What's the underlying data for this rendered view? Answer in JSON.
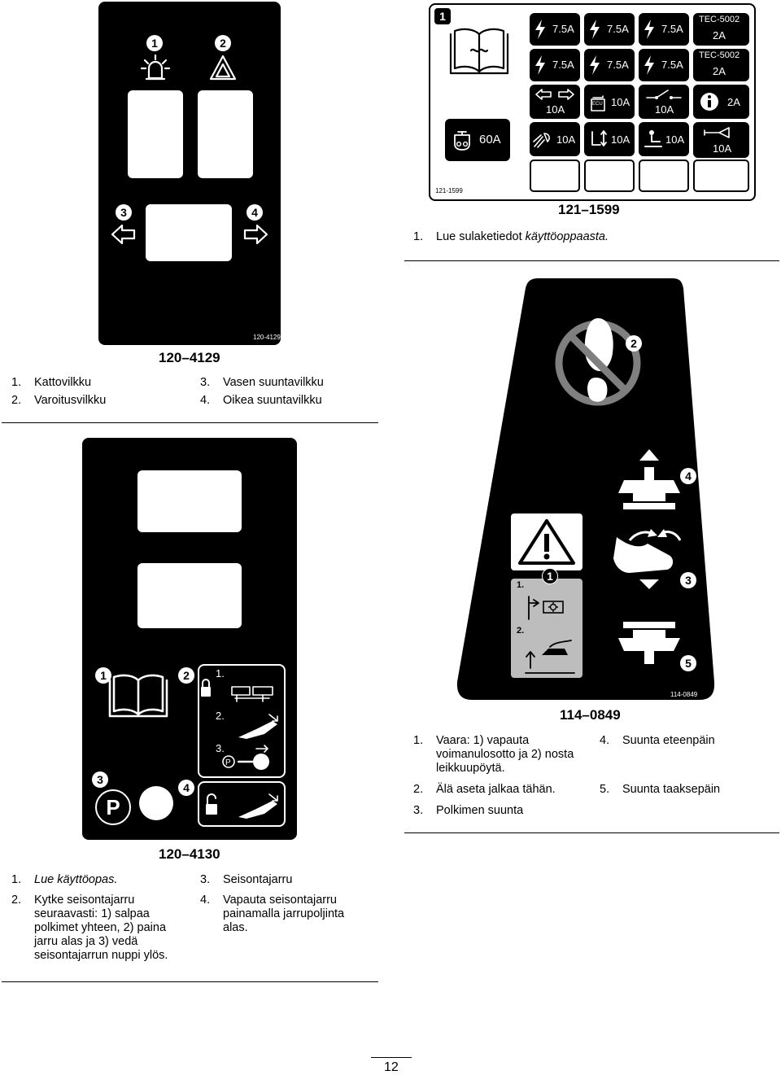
{
  "decal_120_4129": {
    "code": "120-4129",
    "title": "120–4129",
    "callouts": [
      "1",
      "2",
      "3",
      "4"
    ],
    "icons": [
      "beacon-light-icon",
      "hazard-triangle-icon",
      "arrow-left-icon",
      "arrow-right-icon"
    ],
    "legend": [
      {
        "num": "1.",
        "text": "Kattovilkku"
      },
      {
        "num": "2.",
        "text": "Varoitusvilkku"
      },
      {
        "num": "3.",
        "text": "Vasen suuntavilkku"
      },
      {
        "num": "4.",
        "text": "Oikea suuntavilkku"
      }
    ]
  },
  "decal_121_1599": {
    "code": "121-1599",
    "title": "121–1599",
    "callout": "1",
    "fuses_row1": [
      "7.5A",
      "7.5A",
      "7.5A"
    ],
    "fuses_row2": [
      "7.5A",
      "7.5A",
      "7.5A"
    ],
    "tec_row1": {
      "name": "TEC-5002",
      "amp": "2A"
    },
    "tec_row2": {
      "name": "TEC-5002",
      "amp": "2A"
    },
    "fuses_row3": [
      "10A",
      "10A",
      "10A",
      "2A"
    ],
    "ecu_label": "ECU",
    "main_fuse": "60A",
    "fuses_row4": [
      "10A",
      "10A",
      "10A",
      "10A"
    ],
    "legend": [
      {
        "num": "1.",
        "text": "Lue sulaketiedot ",
        "em": "käyttöoppaasta."
      }
    ]
  },
  "decal_114_0849": {
    "code": "114-0849",
    "title": "114–0849",
    "callouts": [
      "1",
      "2",
      "3",
      "4",
      "5"
    ],
    "inner_steps": [
      "1.",
      "2."
    ],
    "legend": [
      {
        "num": "1.",
        "text": "Vaara: 1) vapauta voimanulosotto ja 2) nosta leikkuupöytä."
      },
      {
        "num": "2.",
        "text": "Älä aseta jalkaa tähän."
      },
      {
        "num": "3.",
        "text": "Polkimen suunta"
      },
      {
        "num": "4.",
        "text": "Suunta eteenpäin"
      },
      {
        "num": "5.",
        "text": "Suunta taaksepäin"
      }
    ]
  },
  "decal_120_4130": {
    "code": "120-4130",
    "title": "120–4130",
    "callouts": [
      "1",
      "2",
      "3",
      "4"
    ],
    "steps": [
      "1.",
      "2.",
      "3."
    ],
    "parking_letter": "P",
    "legend": [
      {
        "num": "1.",
        "text": "",
        "em": "Lue käyttöopas."
      },
      {
        "num": "2.",
        "text": "Kytke seisontajarru seuraavasti: 1) salpaa polkimet yhteen, 2) paina jarru alas ja 3) vedä seisontajarrun nuppi ylös."
      },
      {
        "num": "3.",
        "text": "Seisontajarru"
      },
      {
        "num": "4.",
        "text": "Vapauta seisontajarru painamalla jarrupoljinta alas."
      }
    ]
  },
  "page_number": "12"
}
